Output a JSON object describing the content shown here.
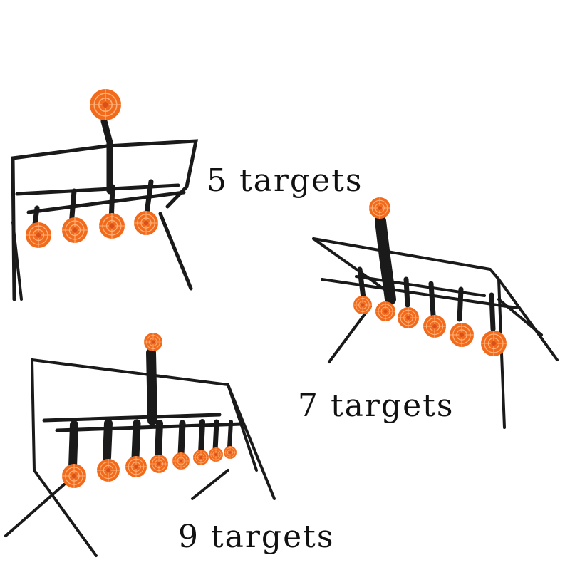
{
  "labels": {
    "five": "5 targets",
    "seven": "7 targets",
    "nine": "9 targets"
  },
  "colors": {
    "background": "#ffffff",
    "frame": "#1a1a1a",
    "paddle_fill": "#f26a1b",
    "paddle_ring": "#ffb27a",
    "text": "#111111"
  },
  "products": [
    {
      "id": "rig-5",
      "targets": 5
    },
    {
      "id": "rig-7",
      "targets": 7
    },
    {
      "id": "rig-9",
      "targets": 9
    }
  ]
}
